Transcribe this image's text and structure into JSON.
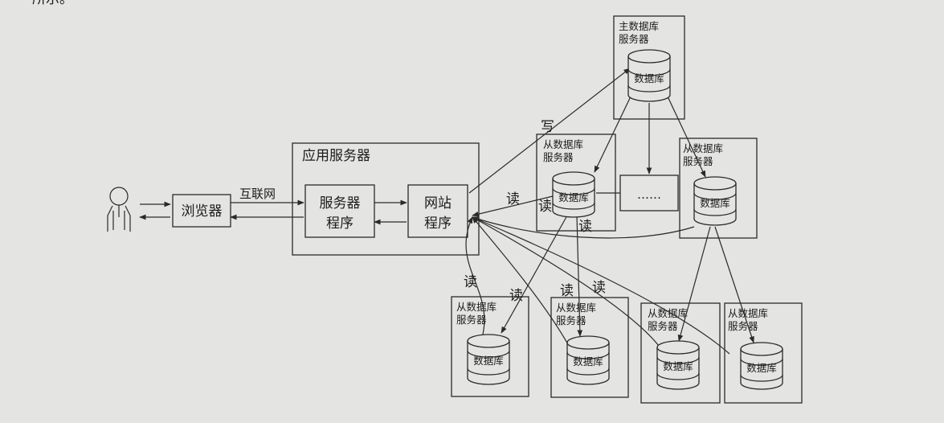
{
  "header_fragment": "所示。",
  "labels": {
    "browser": "浏览器",
    "internet": "互联网",
    "app_server": "应用服务器",
    "server_program_line1": "服务器",
    "server_program_line2": "程序",
    "website_program_line1": "网站",
    "website_program_line2": "程序",
    "master_server_line1": "主数据库",
    "master_server_line2": "服务器",
    "slave_server_line1": "从数据库",
    "slave_server_line2": "服务器",
    "database": "数据库",
    "ellipsis": "……",
    "write": "写",
    "read": "读"
  }
}
